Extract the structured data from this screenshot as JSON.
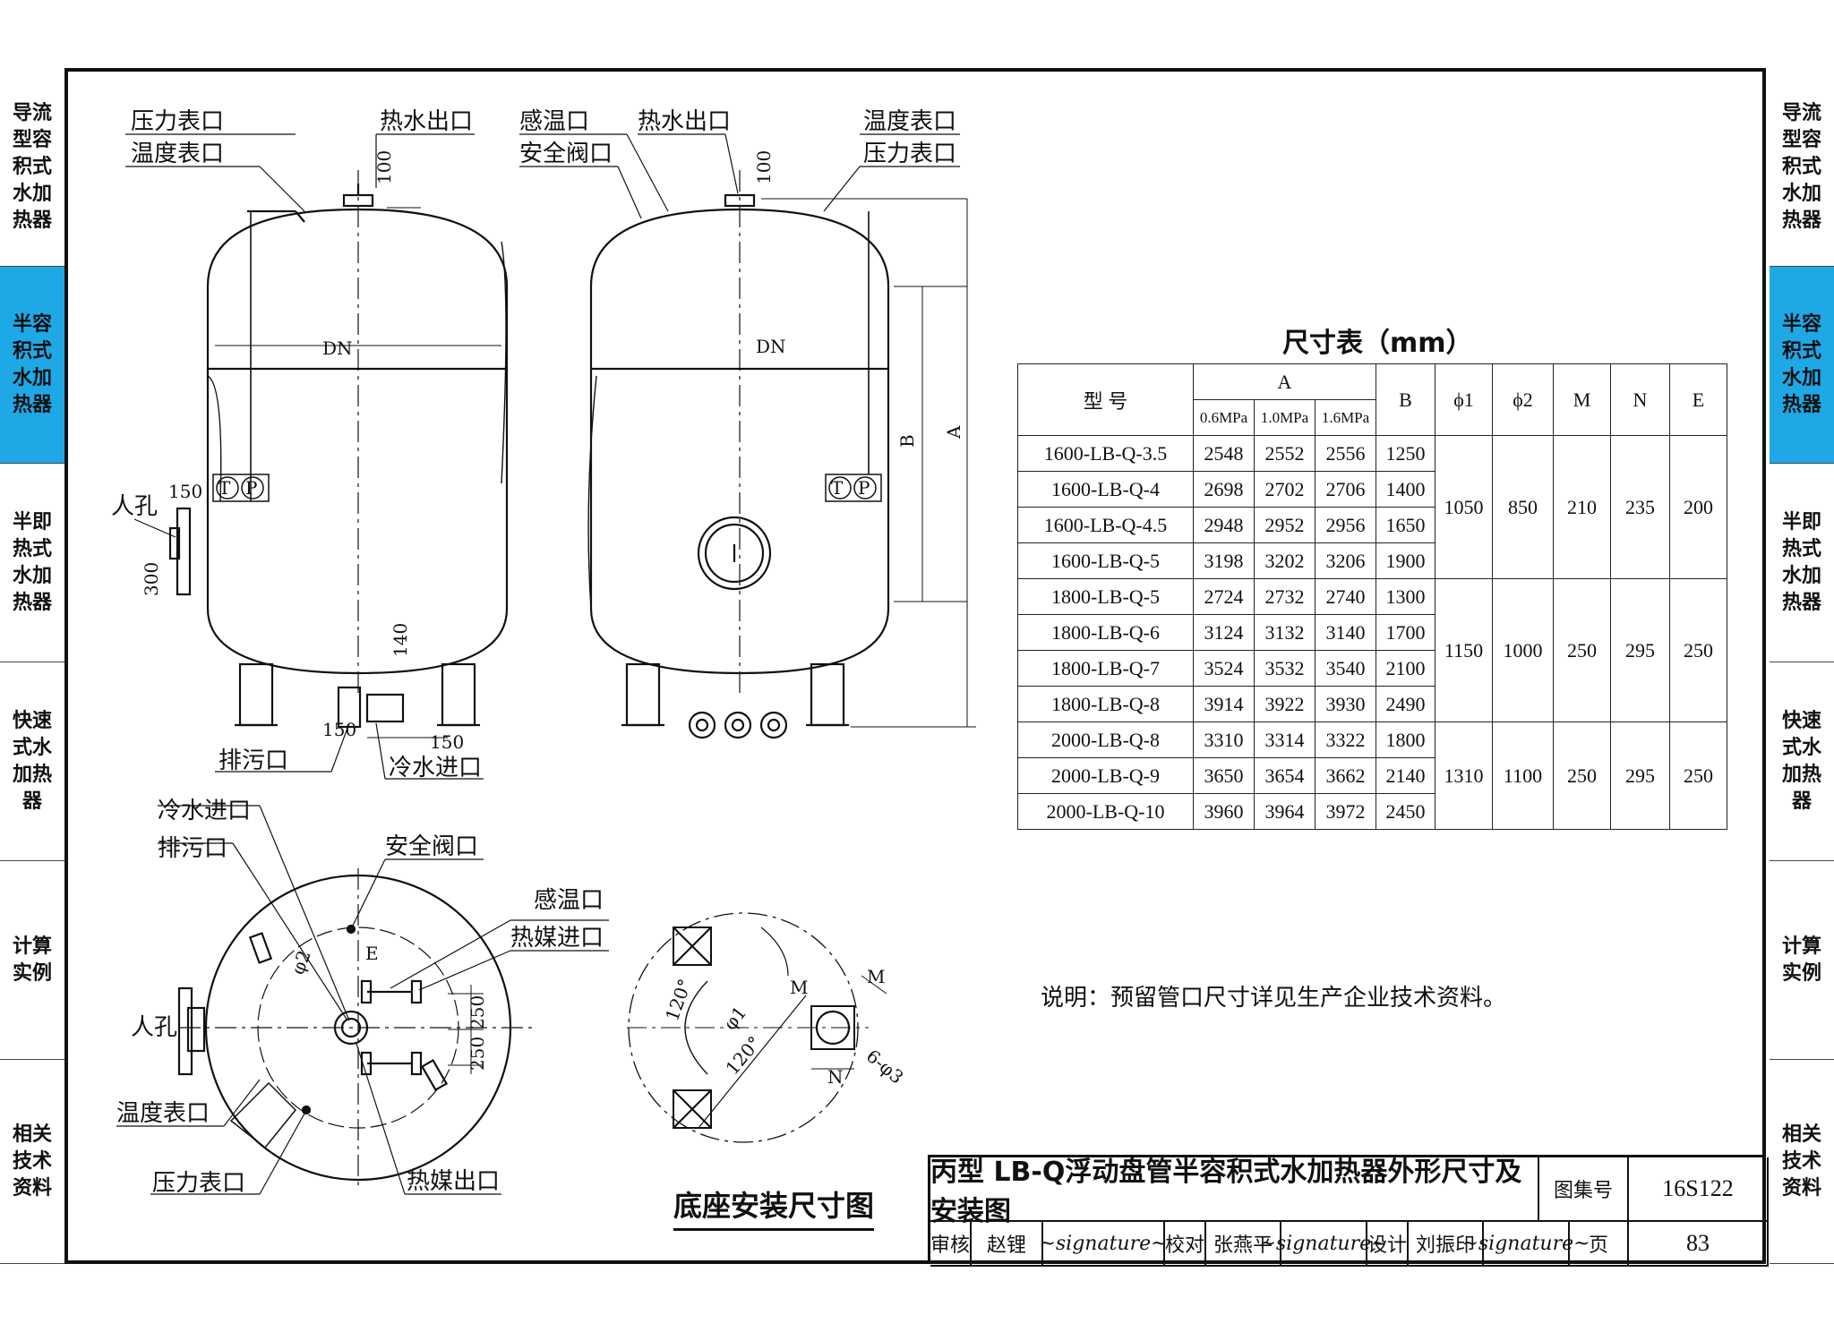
{
  "side_tabs": {
    "left": [
      "导流型容积式水加热器",
      "半容积式水加热器",
      "半即热式水加热器",
      "快速式水加热器",
      "计算实例",
      "相关技术资料"
    ],
    "right": [
      "导流型容积式水加热器",
      "半容积式水加热器",
      "半即热式水加热器",
      "快速式水加热器",
      "计算实例",
      "相关技术资料"
    ],
    "active_index": 1
  },
  "drawing_labels": {
    "left_view": {
      "pressure_port": "压力表口",
      "temp_port": "温度表口",
      "hot_water_outlet": "热水出口",
      "manhole": "人孔",
      "drain": "排污口",
      "cold_water_inlet": "冷水进口",
      "dn": "DN",
      "dim_100": "100",
      "dim_150_side": "150",
      "dim_300": "300",
      "dim_140": "140",
      "dim_150_bottom_left": "150",
      "dim_150_bottom_right": "150",
      "tp": [
        "T",
        "P"
      ]
    },
    "right_view": {
      "sensor_port": "感温口",
      "safety_valve": "安全阀口",
      "hot_water_outlet": "热水出口",
      "temp_port": "温度表口",
      "pressure_port": "压力表口",
      "dn": "DN",
      "dim_100": "100",
      "dim_b": "B",
      "dim_a": "A",
      "tp": [
        "T",
        "P"
      ]
    },
    "plan_view": {
      "cold_water_inlet": "冷水进口",
      "drain": "排污口",
      "safety_valve": "安全阀口",
      "sensor_port": "感温口",
      "heat_medium_inlet": "热媒进口",
      "manhole": "人孔",
      "temp_port": "温度表口",
      "pressure_port": "压力表口",
      "heat_medium_outlet": "热媒出口",
      "phi2": "φ2",
      "e": "E",
      "dim_250_a": "250",
      "dim_250_b": "250"
    },
    "base_view": {
      "angle_a": "120°",
      "angle_b": "120°",
      "phi1": "φ1",
      "m_a": "M",
      "m_b": "M",
      "n": "N",
      "bolts": "6-φ3"
    }
  },
  "table": {
    "title": "尺寸表（mm）",
    "header": {
      "model": "型  号",
      "a": "A",
      "a_sub": [
        "0.6MPa",
        "1.0MPa",
        "1.6MPa"
      ],
      "b": "B",
      "phi1": "ϕ1",
      "phi2": "ϕ2",
      "m": "M",
      "n": "N",
      "e": "E"
    },
    "groups": [
      {
        "rows": [
          {
            "model": "1600-LB-Q-3.5",
            "a06": "2548",
            "a10": "2552",
            "a16": "2556",
            "b": "1250"
          },
          {
            "model": "1600-LB-Q-4",
            "a06": "2698",
            "a10": "2702",
            "a16": "2706",
            "b": "1400"
          },
          {
            "model": "1600-LB-Q-4.5",
            "a06": "2948",
            "a10": "2952",
            "a16": "2956",
            "b": "1650"
          },
          {
            "model": "1600-LB-Q-5",
            "a06": "3198",
            "a10": "3202",
            "a16": "3206",
            "b": "1900"
          }
        ],
        "phi1": "1050",
        "phi2": "850",
        "m": "210",
        "n": "235",
        "e": "200"
      },
      {
        "rows": [
          {
            "model": "1800-LB-Q-5",
            "a06": "2724",
            "a10": "2732",
            "a16": "2740",
            "b": "1300"
          },
          {
            "model": "1800-LB-Q-6",
            "a06": "3124",
            "a10": "3132",
            "a16": "3140",
            "b": "1700"
          },
          {
            "model": "1800-LB-Q-7",
            "a06": "3524",
            "a10": "3532",
            "a16": "3540",
            "b": "2100"
          },
          {
            "model": "1800-LB-Q-8",
            "a06": "3914",
            "a10": "3922",
            "a16": "3930",
            "b": "2490"
          }
        ],
        "phi1": "1150",
        "phi2": "1000",
        "m": "250",
        "n": "295",
        "e": "250"
      },
      {
        "rows": [
          {
            "model": "2000-LB-Q-8",
            "a06": "3310",
            "a10": "3314",
            "a16": "3322",
            "b": "1800"
          },
          {
            "model": "2000-LB-Q-9",
            "a06": "3650",
            "a10": "3654",
            "a16": "3662",
            "b": "2140"
          },
          {
            "model": "2000-LB-Q-10",
            "a06": "3960",
            "a10": "3964",
            "a16": "3972",
            "b": "2450"
          }
        ],
        "phi1": "1310",
        "phi2": "1100",
        "m": "250",
        "n": "295",
        "e": "250"
      }
    ]
  },
  "note": "说明：预留管口尺寸详见生产企业技术资料。",
  "base_title": "底座安装尺寸图",
  "title_block": {
    "title": "丙型 LB-Q浮动盘管半容积式水加热器外形尺寸及安装图",
    "atlas_label": "图集号",
    "atlas_no": "16S122",
    "review_label": "审核",
    "reviewer": "赵锂",
    "check_label": "校对",
    "checker": "张燕平",
    "design_label": "设计",
    "designer": "刘振印",
    "page_label": "页",
    "page_no": "83"
  }
}
